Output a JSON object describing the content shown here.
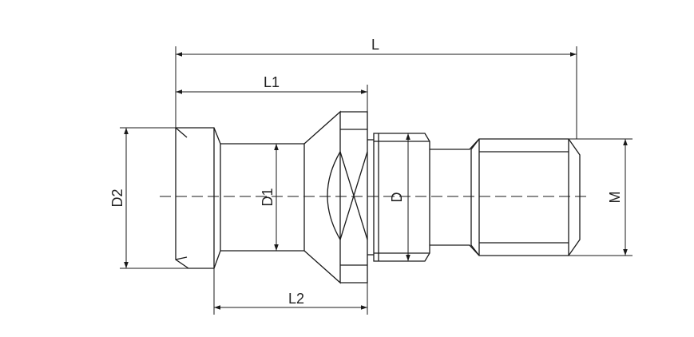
{
  "labels": {
    "L": "L",
    "L1": "L1",
    "L2": "L2",
    "D": "D",
    "D1": "D1",
    "D2": "D2",
    "M": "M"
  },
  "colors": {
    "line": "#1a1a1a",
    "background": "#ffffff"
  }
}
